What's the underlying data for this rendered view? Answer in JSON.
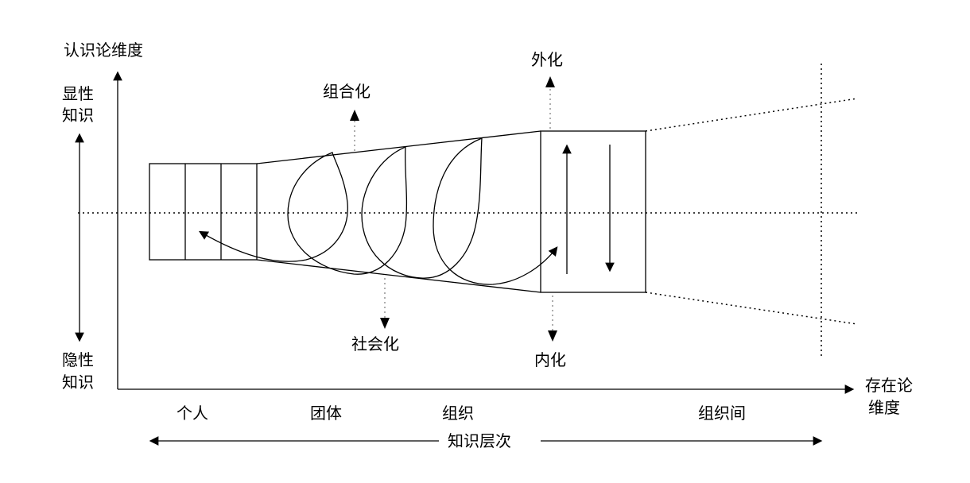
{
  "labels": {
    "y_axis_title": "认识论维度",
    "explicit_line1": "显性",
    "explicit_line2": "知识",
    "tacit_line1": "隐性",
    "tacit_line2": "知识",
    "x_axis_title_line1": "存在论",
    "x_axis_title_line2": "维度",
    "combination": "组合化",
    "externalization": "外化",
    "socialization": "社会化",
    "internalization": "内化",
    "individual": "个人",
    "group": "团体",
    "organization": "组织",
    "inter_organization": "组织间",
    "knowledge_levels": "知识层次"
  }
}
